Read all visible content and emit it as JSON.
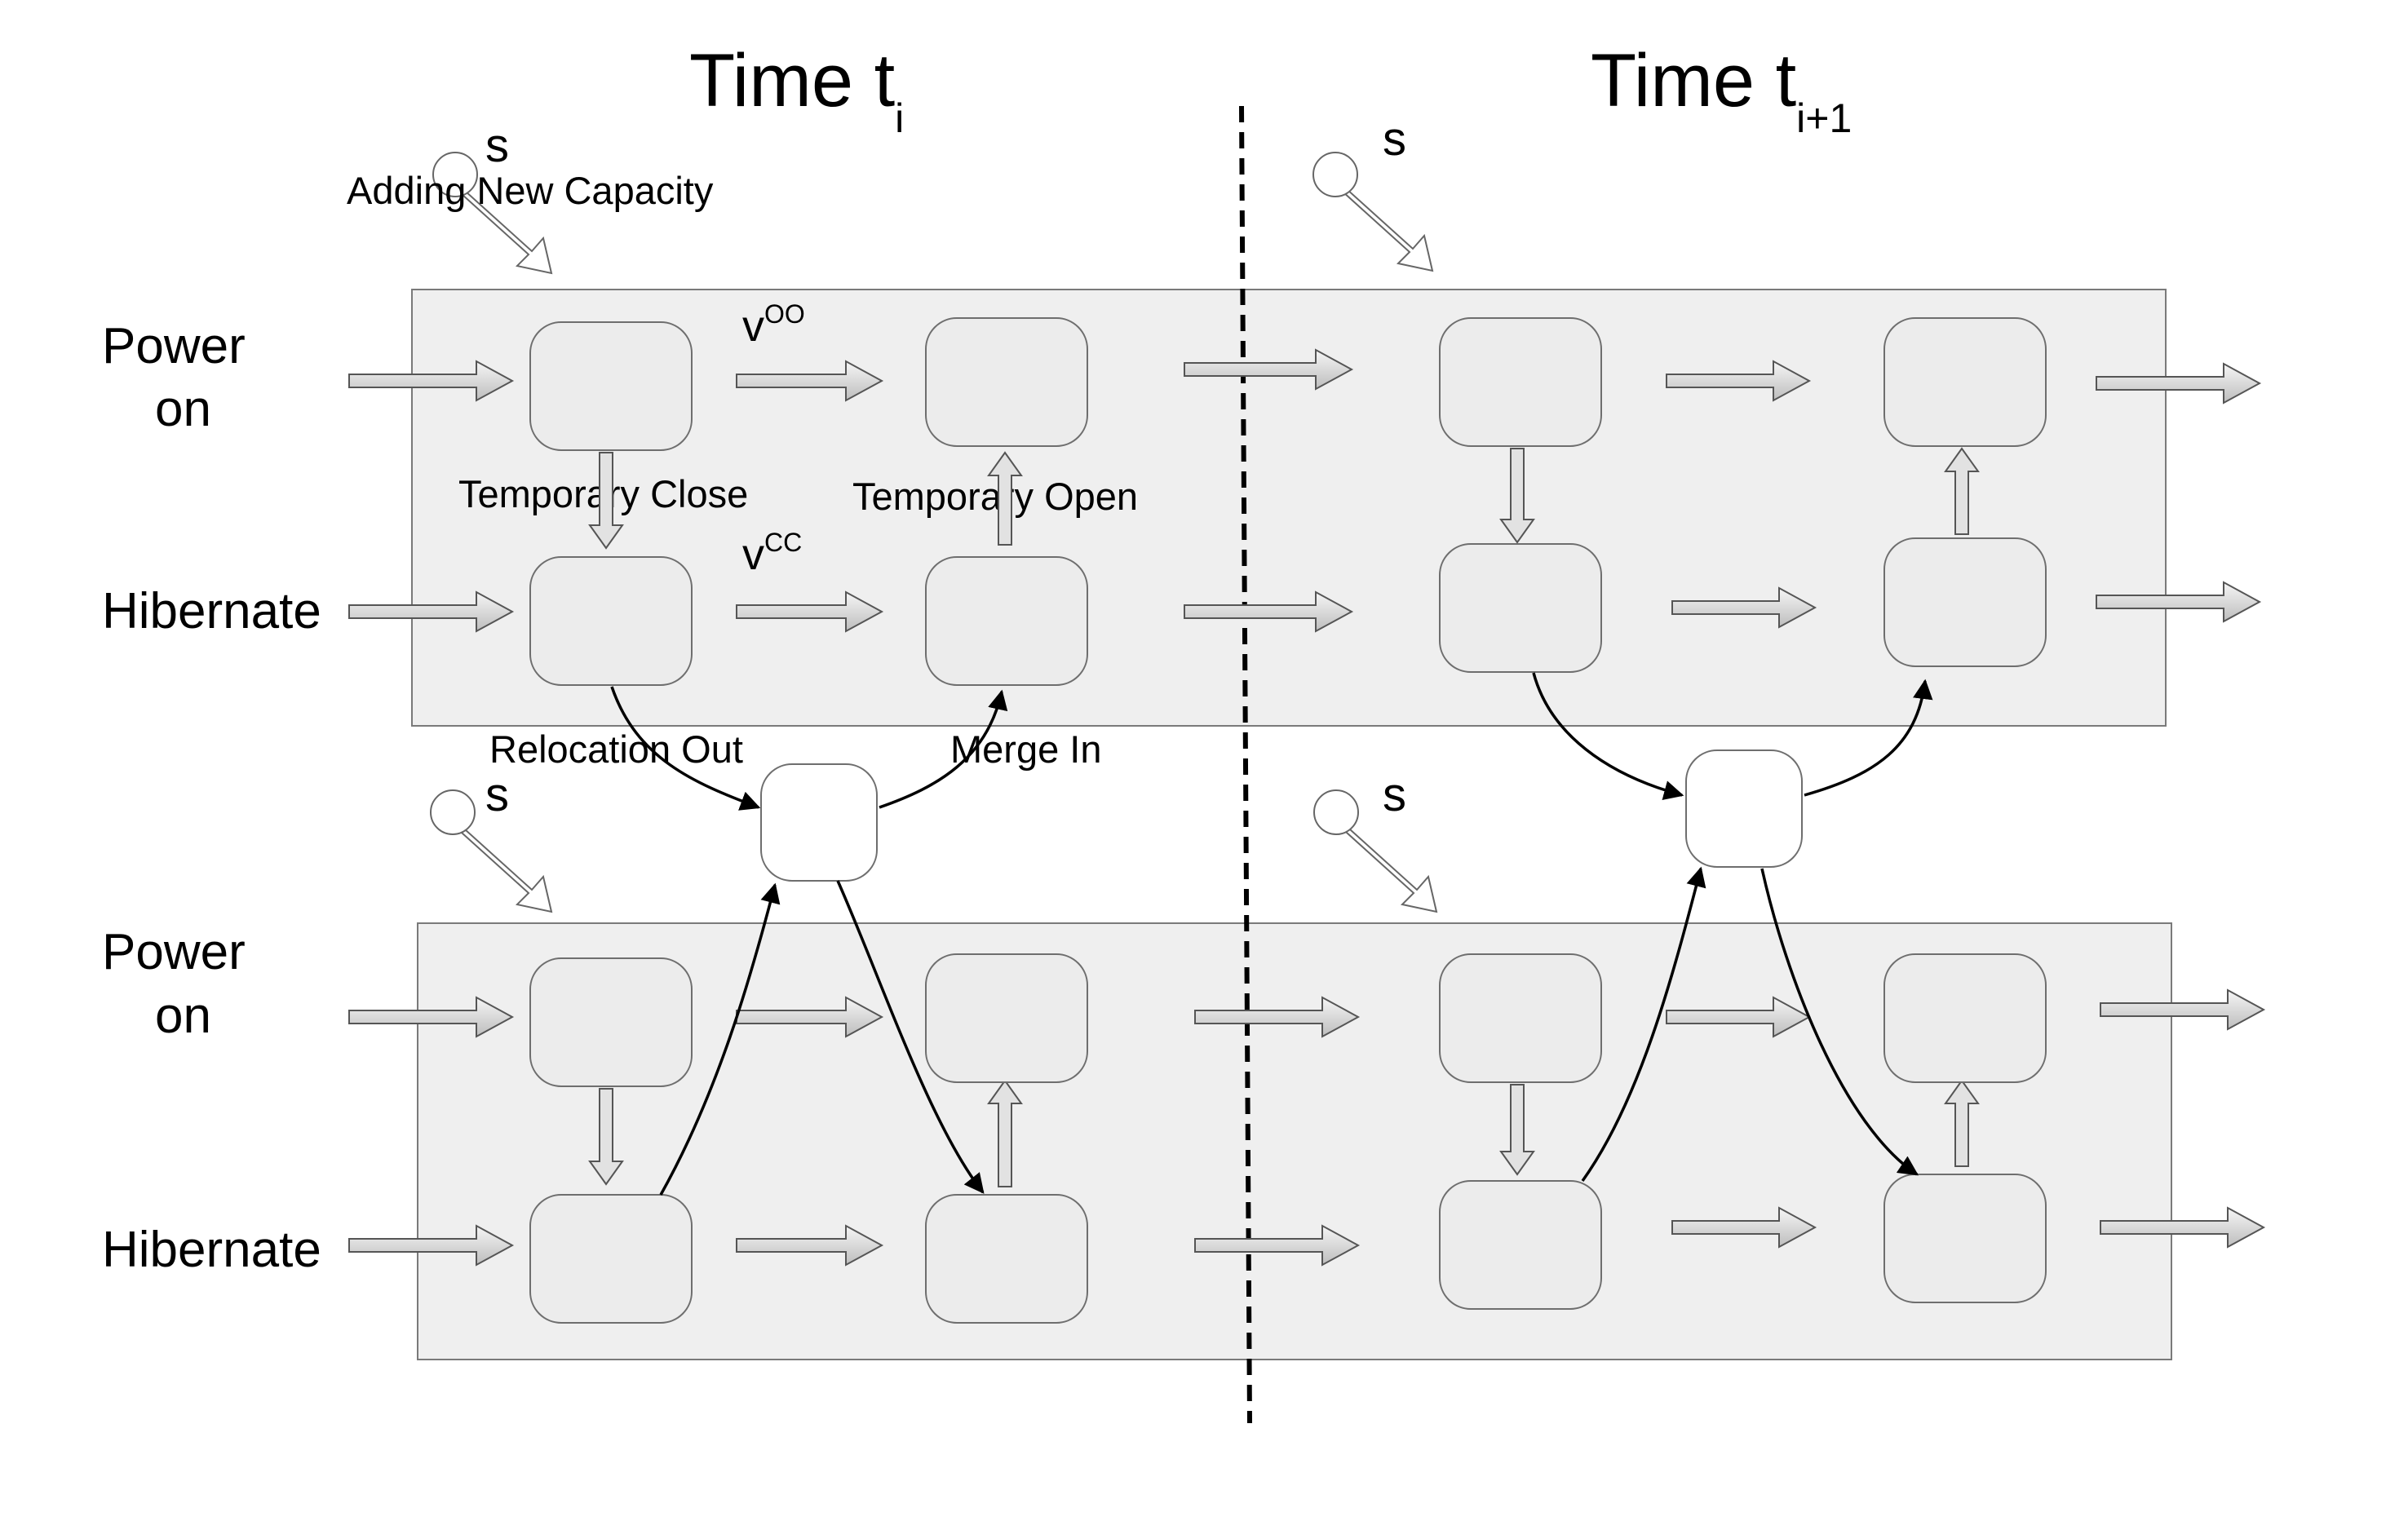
{
  "titles": {
    "left_main": "Time t",
    "left_sub": "i",
    "right_main": "Time t",
    "right_sub": "i+1"
  },
  "row_labels": {
    "power_on_line1": "Power",
    "power_on_line2": "on",
    "hibernate": "Hibernate"
  },
  "source_symbol": "s",
  "edge_labels": {
    "adding_new_capacity": "Adding New Capacity",
    "v_oo_base": "v",
    "v_oo_sup": "OO",
    "v_cc_base": "v",
    "v_cc_sup": "CC",
    "temporary_close": "Temporary Close",
    "temporary_open": "Temporary Open",
    "relocation_out": "Relocation Out",
    "merge_in": "Merge In"
  }
}
